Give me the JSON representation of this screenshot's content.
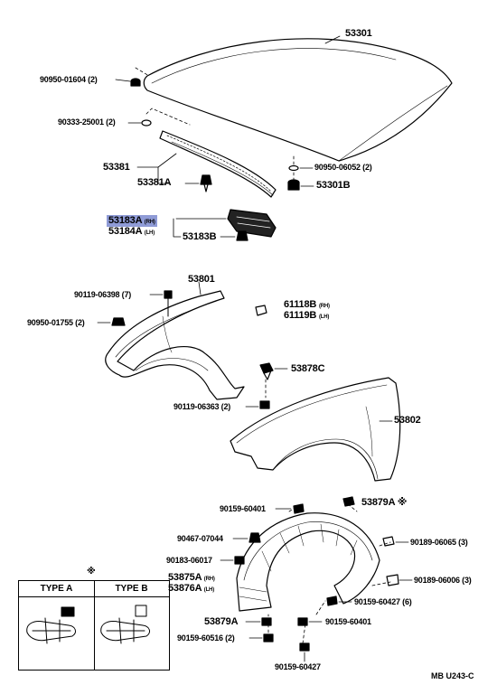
{
  "diagram_code": "MB U243-C",
  "note_mark": "※",
  "type_box": {
    "type_a": "TYPE A",
    "type_b": "TYPE B"
  },
  "labels": {
    "p53301": "53301",
    "p90950_01604": "90950-01604 (2)",
    "p90333_25001": "90333-25001 (2)",
    "p53381": "53381",
    "p53381A": "53381A",
    "p90950_06052": "90950-06052 (2)",
    "p53301B": "53301B",
    "p53183A": "53183A",
    "p53183A_side": "(RH)",
    "p53184A": "53184A",
    "p53184A_side": "(LH)",
    "p53183B": "53183B",
    "p53801": "53801",
    "p90119_06398": "90119-06398 (7)",
    "p61118B": "61118B",
    "p61118B_side": "(RH)",
    "p61119B": "61119B",
    "p61119B_side": "(LH)",
    "p90950_01755": "90950-01755 (2)",
    "p53878C": "53878C",
    "p90119_06363": "90119-06363 (2)",
    "p53802": "53802",
    "p90159_60401_top": "90159-60401",
    "p53879A_top": "53879A ※",
    "p90467_07044": "90467-07044",
    "p90189_06065": "90189-06065 (3)",
    "p90183_06017": "90183-06017",
    "p53875A": "53875A",
    "p53875A_side": "(RH)",
    "p53876A": "53876A",
    "p53876A_side": "(LH)",
    "p90189_06006": "90189-06006 (3)",
    "p90159_60427_6": "90159-60427 (6)",
    "p53879A_bottom": "53879A",
    "p90159_60401_bottom": "90159-60401",
    "p90159_60516": "90159-60516 (2)",
    "p90159_60427": "90159-60427"
  },
  "colors": {
    "highlight": "#8f9bd6",
    "ink": "#000000"
  }
}
